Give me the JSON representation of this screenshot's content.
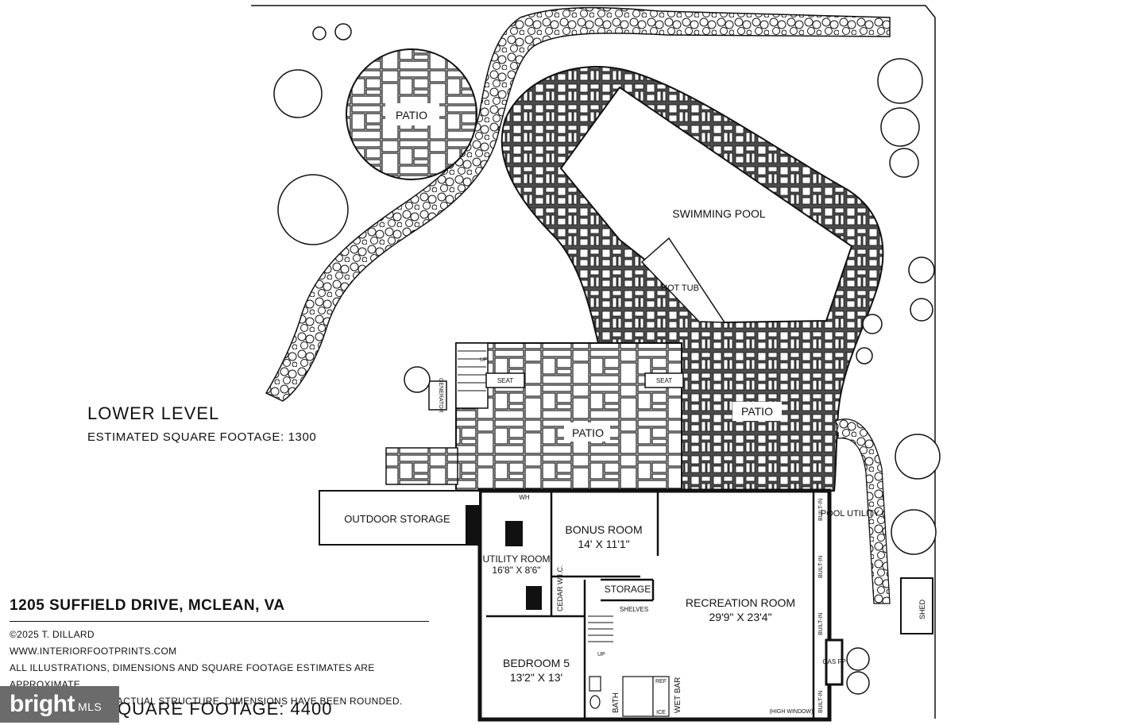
{
  "labels": {
    "patio_round": "PATIO",
    "swimming_pool": "SWIMMING POOL",
    "hot_tub": "HOT TUB",
    "patio_main": "PATIO",
    "patio_lower": "PATIO",
    "seat_left": "SEAT",
    "seat_right": "SEAT",
    "generator": "GENERATOR",
    "up_stair": "UP",
    "up_interior": "UP",
    "outdoor_storage": "OUTDOOR STORAGE",
    "wh": "WH",
    "bonus_room": "BONUS ROOM",
    "bonus_room_dims": "14' X 11'1\"",
    "utility_room": "UTILITY ROOM",
    "utility_room_dims": "16'8\" X 8'6\"",
    "storage": "STORAGE",
    "cedar_wic": "CEDAR W.I.C.",
    "shelves": "SHELVES",
    "recreation_room": "RECREATION ROOM",
    "recreation_room_dims": "29'9\" X 23'4\"",
    "bedroom5": "BEDROOM 5",
    "bedroom5_dims": "13'2\" X 13'",
    "bath": "BATH",
    "wet_bar": "WET BAR",
    "ref": "REF",
    "ice": "ICE",
    "gas_fp": "GAS FP",
    "built_in": "BUILT-IN",
    "high_window": "(HIGH WINDOW)",
    "pool_utility": "POOL UTILITY",
    "shed": "SHED"
  },
  "level": {
    "title": "LOWER LEVEL",
    "sqft": "ESTIMATED SQUARE FOOTAGE: 1300"
  },
  "title_block": {
    "address": "1205 SUFFIELD DRIVE, MCLEAN, VA",
    "copyright": "©2025 T. DILLARD",
    "website": "WWW.INTERIORFOOTPRINTS.COM",
    "disclaimer_1": "ALL ILLUSTRATIONS, DIMENSIONS AND SQUARE FOOTAGE ESTIMATES ARE APPROXIMATE",
    "disclaimer_2": "AND MAY VARY FROM ACTUAL STRUCTURE. DIMENSIONS HAVE BEEN ROUNDED.",
    "total": "QUARE FOOTAGE:  4400"
  },
  "logo": {
    "main": "bright",
    "sub": "MLS"
  },
  "colors": {
    "ink": "#111111",
    "paver_fill": "#5a5a5a",
    "logo_bg": "#6b6b6b"
  }
}
